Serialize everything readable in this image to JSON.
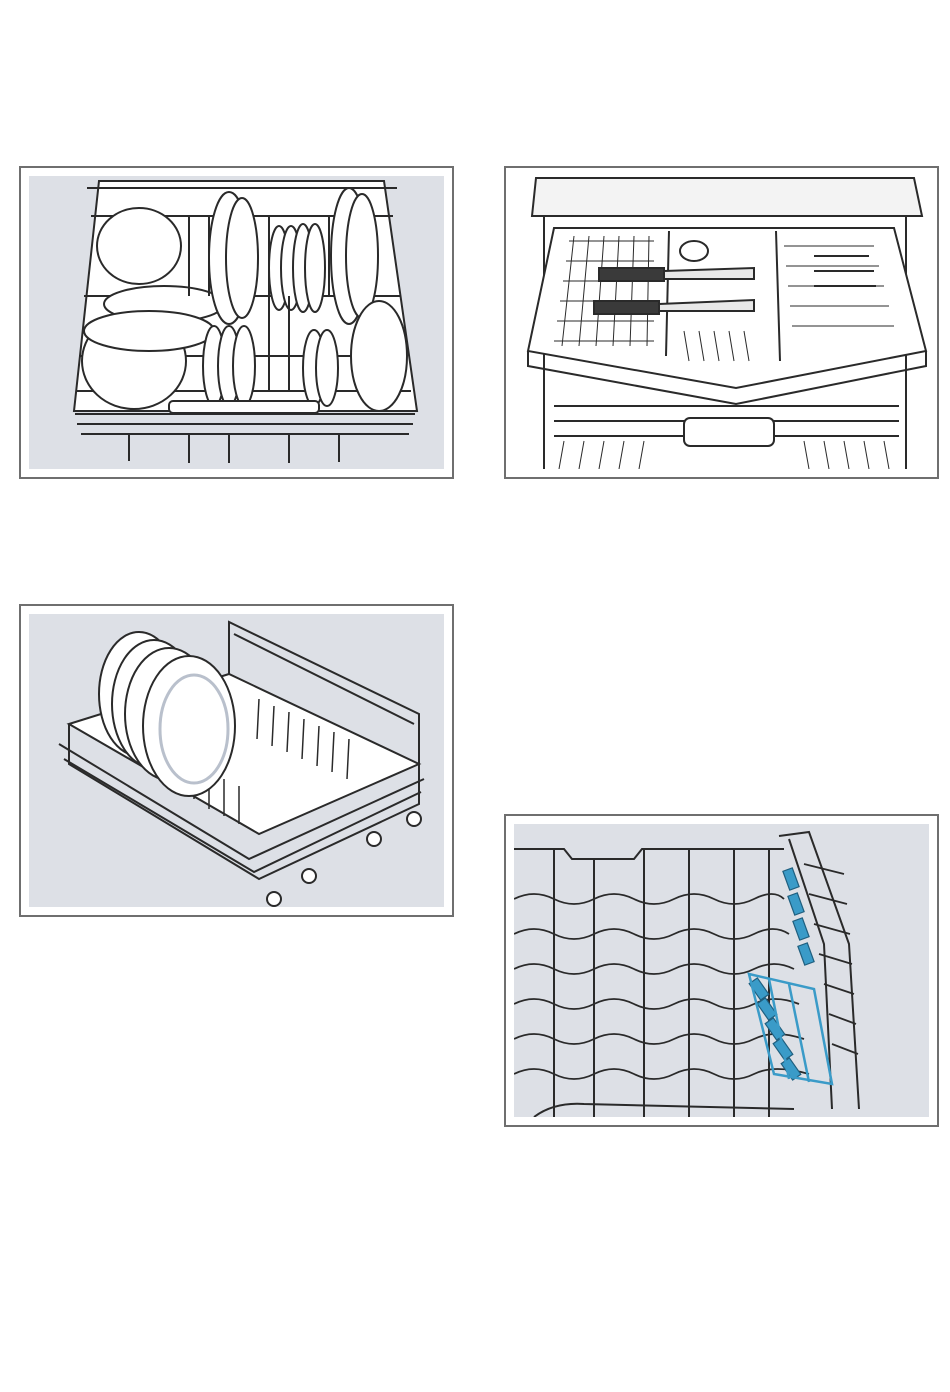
{
  "colors": {
    "panel_background": "#dde0e6",
    "panel_border": "#6f6f6f",
    "line_art": "#2a2a2a",
    "highlight_accent": "#3a9bc8"
  },
  "figures": [
    {
      "subject": "lower-rack-loaded-with-plates-and-bowls"
    },
    {
      "subject": "cutlery-drawer-pulled-out"
    },
    {
      "subject": "lower-rack-with-large-plates"
    },
    {
      "subject": "upper-rack-fold-down-tines-highlighted"
    }
  ]
}
